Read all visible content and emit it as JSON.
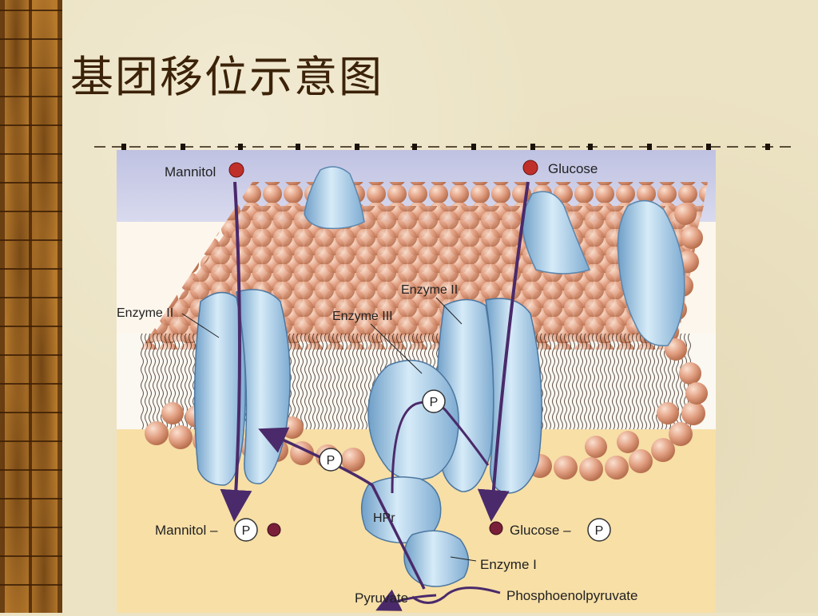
{
  "slide": {
    "title": "基团移位示意图"
  },
  "diagram": {
    "labels": {
      "mannitol_top": "Mannitol",
      "glucose_top": "Glucose",
      "enzyme2_left": "Enzyme II",
      "enzyme3": "Enzyme III",
      "enzyme2_right": "Enzyme II",
      "p_center": "P",
      "p_left": "P",
      "hpr": "HPr",
      "mannitol_bottom": "Mannitol –",
      "p_mannitol": "P",
      "glucose_bottom": "Glucose –",
      "p_glucose": "P",
      "enzyme1": "Enzyme I",
      "pyruvate": "Pyruvate",
      "pep": "Phosphoenolpyruvate"
    },
    "colors": {
      "lipid_head": "#e2a083",
      "protein": "#a9cce6",
      "arrow": "#4a2a6a",
      "molecule": "#c0302b"
    }
  }
}
